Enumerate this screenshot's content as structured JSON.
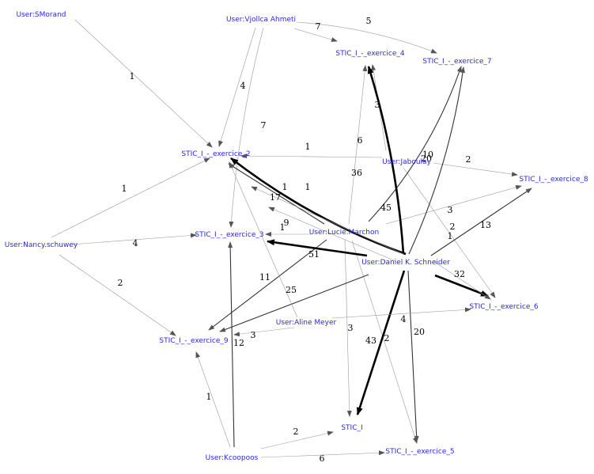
{
  "graph": {
    "nodes": [
      {
        "id": "smorand",
        "label": "User:SMorand"
      },
      {
        "id": "vjollca",
        "label": "User:Vjollca Ahmeti"
      },
      {
        "id": "ex4",
        "label": "STIC_I_-_exercice_4"
      },
      {
        "id": "ex7",
        "label": "STIC_I_-_exercice_7"
      },
      {
        "id": "ex2",
        "label": "STIC_I_-_exercice_2"
      },
      {
        "id": "jaboulay",
        "label": "User:Jaboulay"
      },
      {
        "id": "ex8",
        "label": "STIC_I_-_exercice_8"
      },
      {
        "id": "nancy",
        "label": "User:Nancy.schuwey"
      },
      {
        "id": "ex3",
        "label": "STIC_I_-_exercice_3"
      },
      {
        "id": "lucie",
        "label": "User:Lucie.Marchon"
      },
      {
        "id": "daniel",
        "label": "User:Daniel K. Schneider"
      },
      {
        "id": "ex6",
        "label": "STIC_I_-_exercice_6"
      },
      {
        "id": "aline",
        "label": "User:Aline Meyer"
      },
      {
        "id": "ex9",
        "label": "STIC_I_-_exercice_9"
      },
      {
        "id": "stic",
        "label": "STIC_I"
      },
      {
        "id": "kcoopoos",
        "label": "User:Kcoopoos"
      },
      {
        "id": "ex5",
        "label": "STIC_I_-_exercice_5"
      }
    ],
    "edges": [
      {
        "from": "smorand",
        "to": "ex2",
        "weight": "1"
      },
      {
        "from": "vjollca",
        "to": "ex4",
        "weight": "7"
      },
      {
        "from": "vjollca",
        "to": "ex7",
        "weight": "5"
      },
      {
        "from": "vjollca",
        "to": "ex2",
        "weight": "4"
      },
      {
        "from": "vjollca",
        "to": "ex3",
        "weight": "7"
      },
      {
        "from": "nancy",
        "to": "ex2",
        "weight": "1"
      },
      {
        "from": "nancy",
        "to": "ex3",
        "weight": "4"
      },
      {
        "from": "nancy",
        "to": "ex9",
        "weight": "2"
      },
      {
        "from": "jaboulay",
        "to": "ex4",
        "weight": "3"
      },
      {
        "from": "jaboulay",
        "to": "ex2",
        "weight": "1"
      },
      {
        "from": "jaboulay",
        "to": "ex8",
        "weight": "2"
      },
      {
        "from": "jaboulay",
        "to": "ex6",
        "weight": "2"
      },
      {
        "from": "lucie",
        "to": "ex2",
        "weight": "17"
      },
      {
        "from": "lucie",
        "to": "ex3",
        "weight": "9"
      },
      {
        "from": "lucie",
        "to": "ex4",
        "weight": "6"
      },
      {
        "from": "lucie",
        "to": "ex7",
        "weight": "10"
      },
      {
        "from": "lucie",
        "to": "ex8",
        "weight": "3"
      },
      {
        "from": "lucie",
        "to": "ex9",
        "weight": "11"
      },
      {
        "from": "lucie",
        "to": "stic",
        "weight": "3"
      },
      {
        "from": "lucie",
        "to": "ex5",
        "weight": "2"
      },
      {
        "from": "daniel",
        "to": "ex2",
        "weight": "45"
      },
      {
        "from": "daniel",
        "to": "ex4",
        "weight": "36"
      },
      {
        "from": "daniel",
        "to": "ex7",
        "weight": "20"
      },
      {
        "from": "daniel",
        "to": "ex3",
        "weight": "51"
      },
      {
        "from": "daniel",
        "to": "ex8",
        "weight": "13"
      },
      {
        "from": "daniel",
        "to": "ex6",
        "weight": "32"
      },
      {
        "from": "daniel",
        "to": "ex9",
        "weight": "25"
      },
      {
        "from": "daniel",
        "to": "stic",
        "weight": "43"
      },
      {
        "from": "daniel",
        "to": "ex5",
        "weight": "20"
      },
      {
        "from": "daniel",
        "to": "ex2",
        "weight": "1"
      },
      {
        "from": "daniel",
        "to": "ex3",
        "weight": "1"
      },
      {
        "from": "daniel",
        "to": "ex6",
        "weight": "1"
      },
      {
        "from": "aline",
        "to": "ex9",
        "weight": "3"
      },
      {
        "from": "aline",
        "to": "ex6",
        "weight": "4"
      },
      {
        "from": "aline",
        "to": "ex2",
        "weight": "1"
      },
      {
        "from": "kcoopoos",
        "to": "ex3",
        "weight": "12"
      },
      {
        "from": "kcoopoos",
        "to": "ex9",
        "weight": "1"
      },
      {
        "from": "kcoopoos",
        "to": "stic",
        "weight": "2"
      },
      {
        "from": "kcoopoos",
        "to": "ex5",
        "weight": "6"
      }
    ]
  }
}
